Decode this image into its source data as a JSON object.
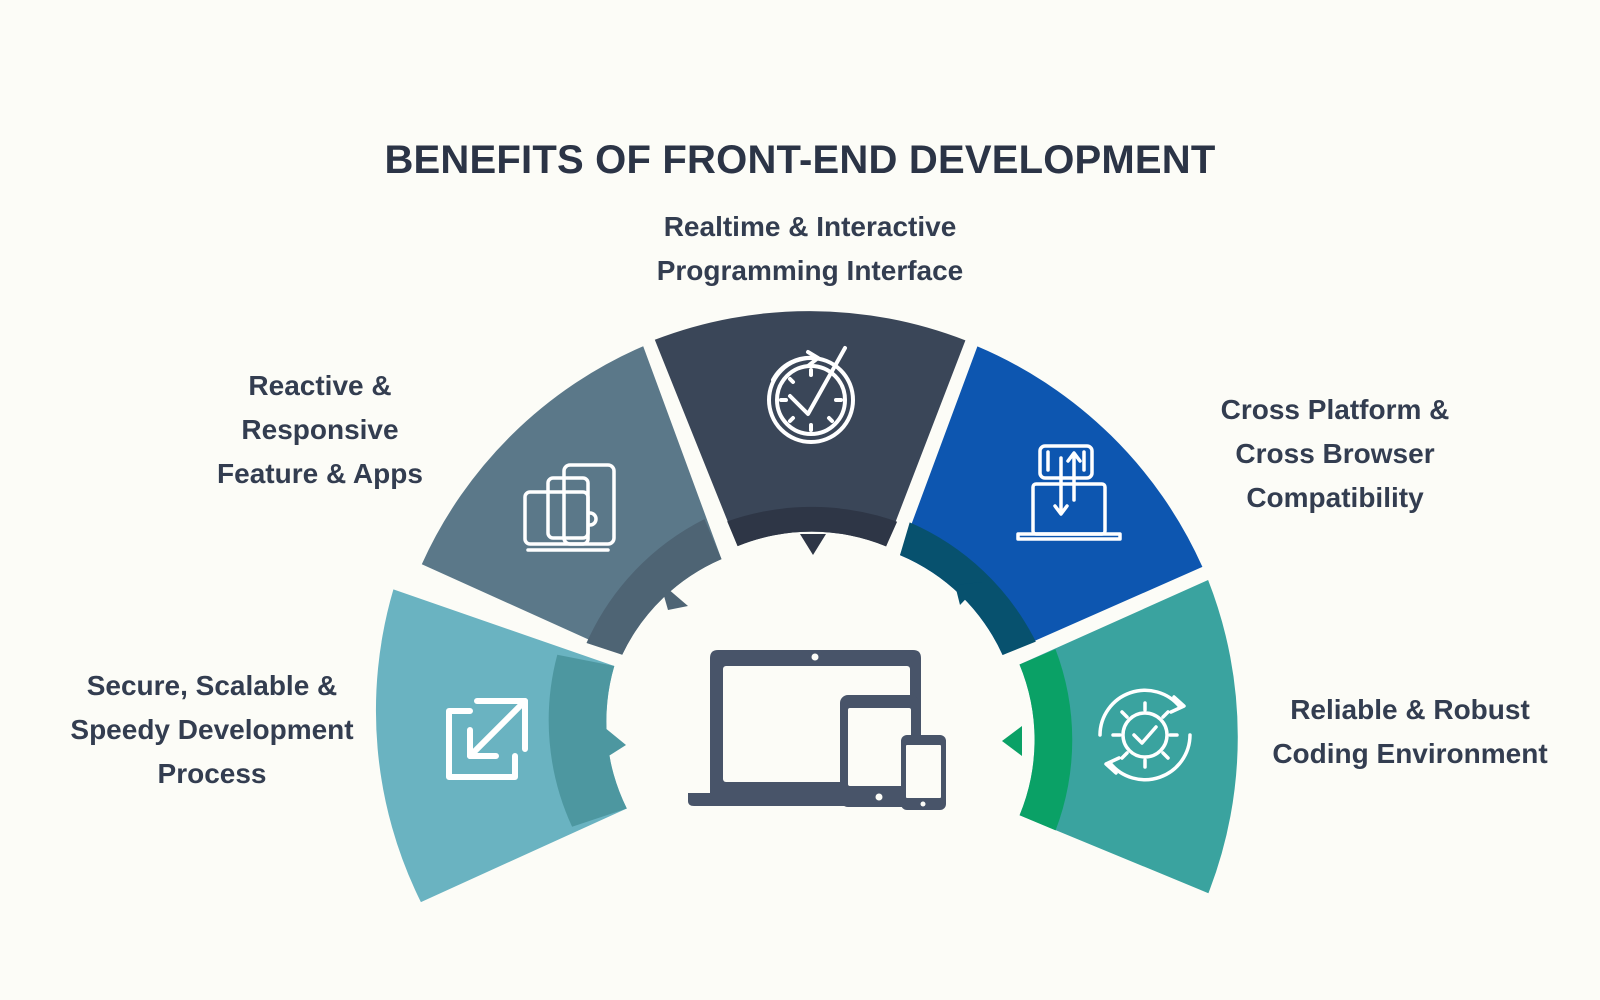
{
  "title": "BENEFITS OF FRONT-END DEVELOPMENT",
  "colors": {
    "background": "#fcfcf7",
    "text": "#333d50",
    "segment_secure": "#6ab3c1",
    "segment_reactive": "#5b7889",
    "segment_realtime": "#3a4658",
    "segment_cross": "#0d56b0",
    "segment_reliable": "#3aa39f",
    "device_icon": "#485469"
  },
  "segments": [
    {
      "id": "secure",
      "label_lines": [
        "Secure, Scalable &",
        "Speedy Development",
        "Process"
      ],
      "icon": "expand-arrows-icon"
    },
    {
      "id": "reactive",
      "label_lines": [
        "Reactive &",
        "Responsive",
        "Feature & Apps"
      ],
      "icon": "devices-icon"
    },
    {
      "id": "realtime",
      "label_lines": [
        "Realtime & Interactive",
        "Programming Interface"
      ],
      "icon": "clock-check-icon"
    },
    {
      "id": "cross",
      "label_lines": [
        "Cross Platform &",
        "Cross Browser",
        "Compatibility"
      ],
      "icon": "laptop-phone-sync-icon"
    },
    {
      "id": "reliable",
      "label_lines": [
        "Reliable & Robust",
        "Coding Environment"
      ],
      "icon": "gear-check-icon"
    }
  ],
  "center_icon": "multi-device-icon"
}
